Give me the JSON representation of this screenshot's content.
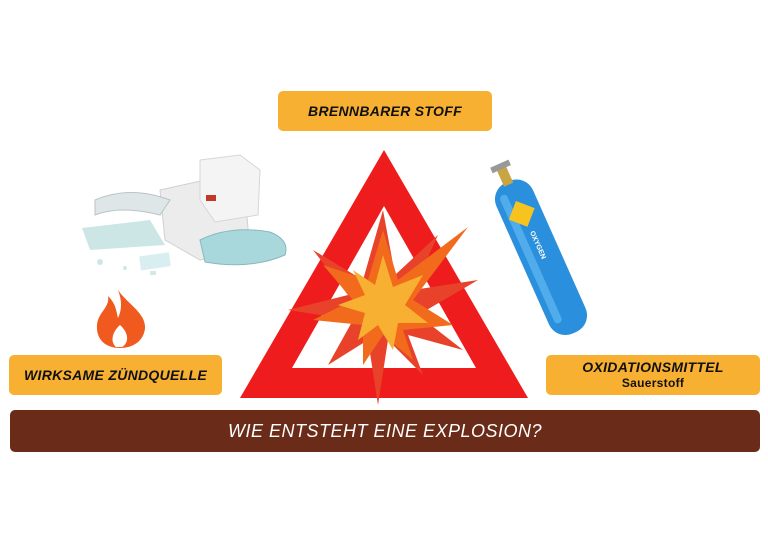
{
  "labels": {
    "top": "BRENNBARER STOFF",
    "left": "WIRKSAME ZÜNDQUELLE",
    "right": "OXIDATIONSMITTEL",
    "right_sub": "Sauerstoff"
  },
  "banner": "WIE ENTSTEHT EINE EXPLOSION?",
  "cylinder_label": "OXYGEN",
  "icons": [
    "waste-plastic-glass-icon",
    "flame-icon",
    "warning-triangle-icon",
    "explosion-icon",
    "oxygen-cylinder-icon"
  ],
  "colors": {
    "label_bg": "#f7b031",
    "banner_bg": "#6a2c19",
    "triangle": "#ee1c1c",
    "flame": "#f05a1e",
    "cylinder": "#2a8fdc"
  }
}
